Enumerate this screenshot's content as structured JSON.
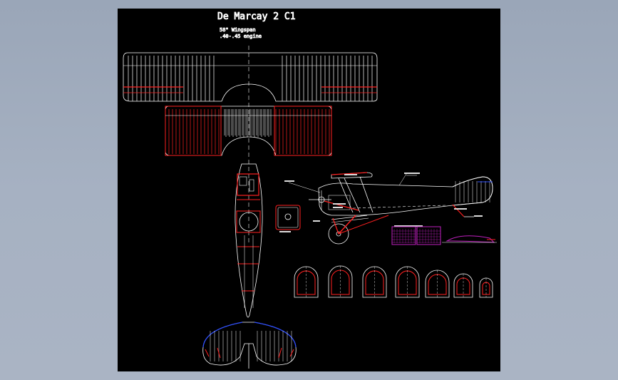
{
  "drawing": {
    "title": "De Marcay 2 C1",
    "spec_lines": [
      "58\" Wingspan",
      ".40-.45 engine"
    ]
  },
  "colors": {
    "background": "#000000",
    "outline": "#ffffff",
    "highlight": "#ff2020",
    "accent_blue": "#3050ff",
    "accent_magenta": "#c020c0",
    "page_background": "#a4afc0"
  }
}
